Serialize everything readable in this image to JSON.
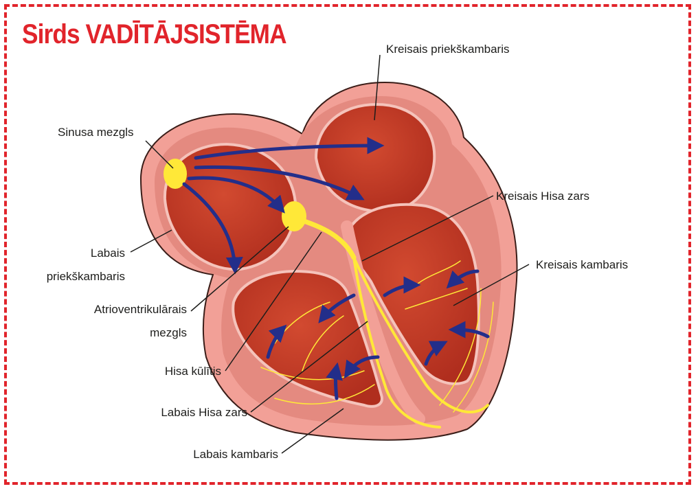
{
  "title": "Sirds VADĪTĀJSISTĒMA",
  "labels": {
    "left_atrium": "Kreisais priekškambaris",
    "sinus_node": "Sinusa mezgls",
    "left_bundle_branch": "Kreisais Hisa zars",
    "left_ventricle": "Kreisais kambaris",
    "right_atrium_line1": "Labais",
    "right_atrium_line2": "priekškambaris",
    "av_node_line1": "Atrioventrikulārais",
    "av_node_line2": "mezgls",
    "his_bundle": "Hisa kūlītis",
    "right_bundle_branch": "Labais Hisa zars",
    "right_ventricle": "Labais kambaris"
  },
  "colors": {
    "frame": "#e1242b",
    "title": "#e1242b",
    "heart_outer": "#f2a097",
    "heart_inner": "#e48a80",
    "chamber": "#c23a26",
    "conduction": "#ffe838",
    "arrow": "#232e8a",
    "text": "#1d1d1b"
  }
}
